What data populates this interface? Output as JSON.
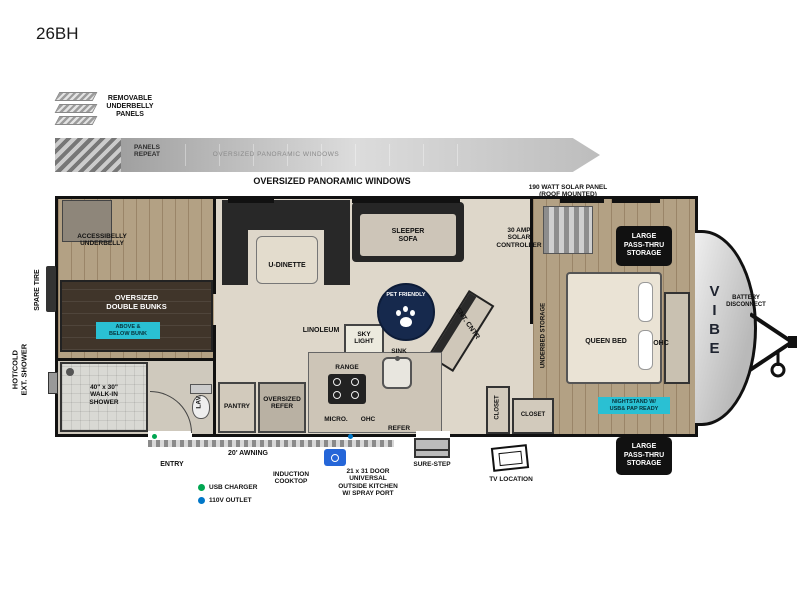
{
  "model": "26BH",
  "brand_vertical": "VIBE",
  "top": {
    "removable_underbelly": "REMOVABLE\nUNDERBELLY\nPANELS",
    "panels_repeat": "PANELS\nREPEAT",
    "strip_windows": "OVERSIZED PANORAMIC WINDOWS",
    "windows_heading": "OVERSIZED PANORAMIC WINDOWS",
    "solar_panel": "190 WATT SOLAR PANEL\n(ROOF MOUNTED)",
    "solar_controller": "30 AMP\nSOLAR\nCONTROLLER"
  },
  "storage": {
    "pass_thru_top": "LARGE\nPASS-THRU\nSTORAGE",
    "pass_thru_bottom": "LARGE\nPASS-THRU\nSTORAGE",
    "accessibelly": "ACCESSIBELLY\nUNDERBELLY",
    "underbed": "UNDERBED STORAGE",
    "battery_disconnect": "BATTERY\nDISCONNECT",
    "spare_tire": "SPARE TIRE",
    "ext_shower": "HOT/COLD\nEXT. SHOWER"
  },
  "rooms": {
    "u_dinette": "U-DINETTE",
    "sleeper_sofa": "SLEEPER\nSOFA",
    "pet_friendly": "PET FRIENDLY",
    "double_bunks": "OVERSIZED\nDOUBLE BUNKS",
    "bunk_badge": "ABOVE &\nBELOW BUNK",
    "linoleum": "LINOLEUM",
    "sky_light": "SKY\nLIGHT",
    "ent_cntr": "ENT. CNTR",
    "queen_bed": "QUEEN BED",
    "ohc_bed": "OHC",
    "nightstand_badge": "NIGHTSTAND W/\nUSB& PAP READY",
    "walk_in_shower": "40\" x 30\"\nWALK-IN\nSHOWER",
    "lav": "LAV.",
    "pantry": "PANTRY",
    "oversized_refer": "OVERSIZED\nREFER",
    "range": "RANGE",
    "sink": "SINK",
    "micro": "MICRO.",
    "ohc_kitchen": "OHC",
    "refer": "REFER",
    "closet_tall": "CLOSET",
    "closet_wide": "CLOSET"
  },
  "bottom": {
    "entry": "ENTRY",
    "awning": "20' AWNING",
    "induction": "INDUCTION\nCOOKTOP",
    "outside_kitchen": "21 x 31 DOOR\nUNIVERSAL\nOUTSIDE KITCHEN\nW/ SPRAY PORT",
    "sure_step": "SURE-STEP",
    "tv_location": "TV LOCATION"
  },
  "legend": {
    "usb": {
      "label": "USB CHARGER",
      "color": "#00a651"
    },
    "outlet": {
      "label": "110V OUTLET",
      "color": "#0077c8"
    }
  },
  "colors": {
    "badge_cyan": "#2ac0d3",
    "badge_black": "#111111",
    "pet_circle": "#16294d"
  }
}
